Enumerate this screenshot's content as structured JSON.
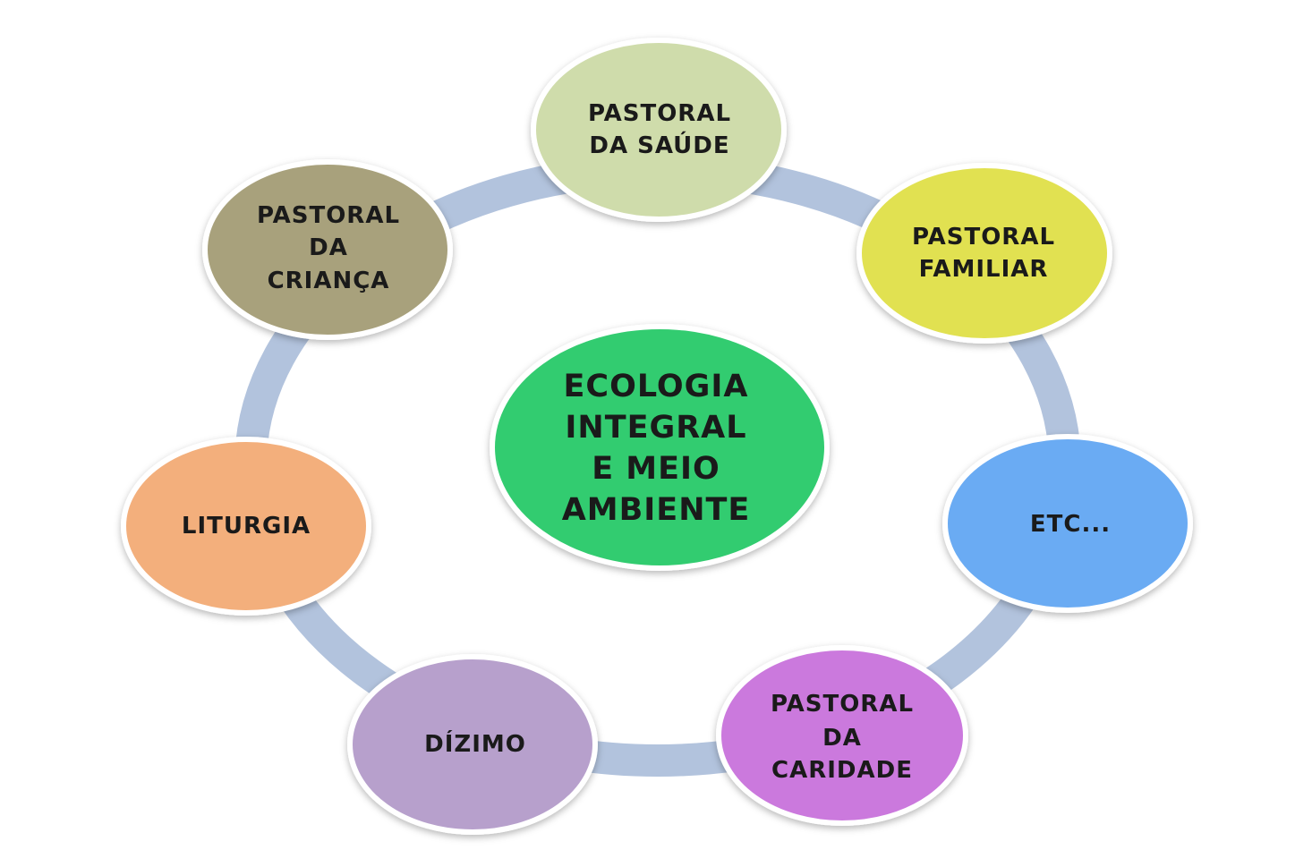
{
  "center": {
    "lines": [
      "ECOLOGIA",
      "INTEGRAL",
      "E MEIO",
      "AMBIENTE"
    ],
    "color": "#33cc70"
  },
  "nodes": [
    {
      "id": "saude",
      "lines": [
        "PASTORAL",
        "DA SAÚDE"
      ],
      "color": "#cfdcab"
    },
    {
      "id": "familiar",
      "lines": [
        "PASTORAL",
        "FAMILIAR"
      ],
      "color": "#e1e151"
    },
    {
      "id": "etc",
      "lines": [
        "ETC..."
      ],
      "color": "#6aabf3"
    },
    {
      "id": "caridade",
      "lines": [
        "PASTORAL",
        "DA",
        "CARIDADE"
      ],
      "color": "#cb79dd"
    },
    {
      "id": "dizimo",
      "lines": [
        "DÍZIMO"
      ],
      "color": "#b7a0cc"
    },
    {
      "id": "liturgia",
      "lines": [
        "LITURGIA"
      ],
      "color": "#f3af7b"
    },
    {
      "id": "crianca",
      "lines": [
        "PASTORAL",
        "DA",
        "CRIANÇA"
      ],
      "color": "#a8a17b"
    }
  ],
  "ring_color": "#b2c3dd",
  "text_color": "#1a1a1a"
}
